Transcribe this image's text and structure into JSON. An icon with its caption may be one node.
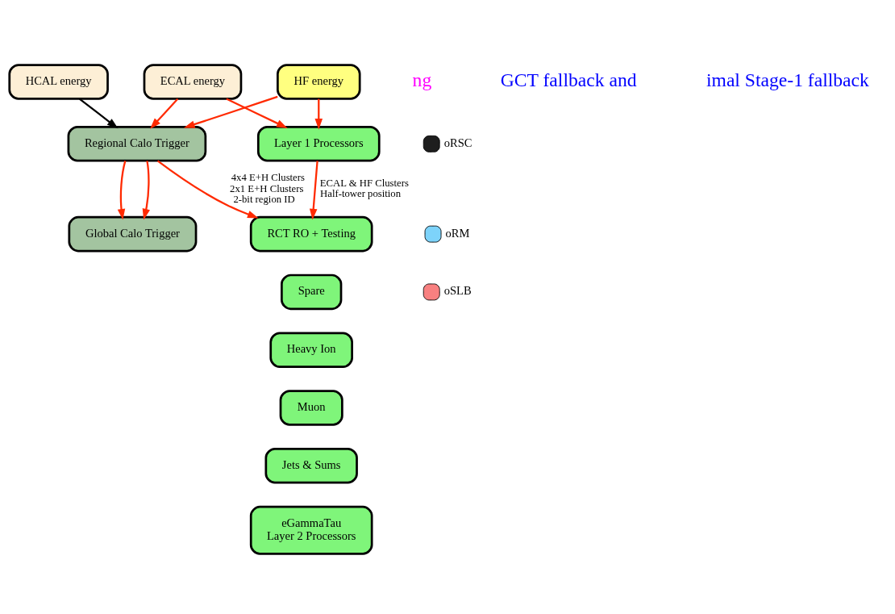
{
  "diagram": {
    "nodes": [
      {
        "text": [
          "HCAL energy"
        ]
      },
      {
        "text": [
          "HF energy"
        ]
      },
      {
        "text": [
          "ECAL energy"
        ]
      },
      {
        "text": [
          "Regional Calo Trigger"
        ]
      },
      {
        "text": [
          "Layer 1 Processors"
        ]
      },
      {
        "text": [
          "Global Calo Trigger"
        ]
      },
      {
        "text": [
          "RCT RO + Testing"
        ]
      },
      {
        "text": [
          "Spare"
        ]
      },
      {
        "text": [
          "Heavy Ion"
        ]
      },
      {
        "text": [
          "Muon"
        ]
      },
      {
        "text": [
          "Jets & Sums"
        ]
      },
      {
        "text": [
          "eGammaTau",
          "Layer 2 Processors"
        ]
      }
    ],
    "edges": [
      {
        "from": 0,
        "to": 3,
        "arrow": "to",
        "color": "#000000"
      },
      {
        "from": 1,
        "to": 3,
        "arrow": "to"
      },
      {
        "from": 2,
        "to": 3,
        "arrow": "to"
      },
      {
        "from": 1,
        "to": 4,
        "arrow": "to"
      },
      {
        "from": 2,
        "to": 4,
        "arrow": "to"
      },
      {
        "from": 3,
        "to": 5,
        "arrow": "to"
      },
      {
        "from": 3,
        "to": 5,
        "arrow": "to"
      },
      {
        "from": 3,
        "to": 6,
        "arrow": "to",
        "label": "4x4 E+H Clusters 2x1 E+H Clusters 2-bit region ID"
      },
      {
        "from": 4,
        "to": 6,
        "arrow": "to",
        "label": "ECAL & HF Clusters Half-tower position"
      }
    ],
    "labels": [
      "ng",
      "GCT fallback and",
      "imal Stage-1 fallback"
    ],
    "legend": [
      {
        "text": "oRSC",
        "color": "#1e1e1e"
      },
      {
        "text": "oRM",
        "color": "#7dd3fa"
      },
      {
        "text": "oSLB",
        "color": "#f88080"
      }
    ]
  }
}
